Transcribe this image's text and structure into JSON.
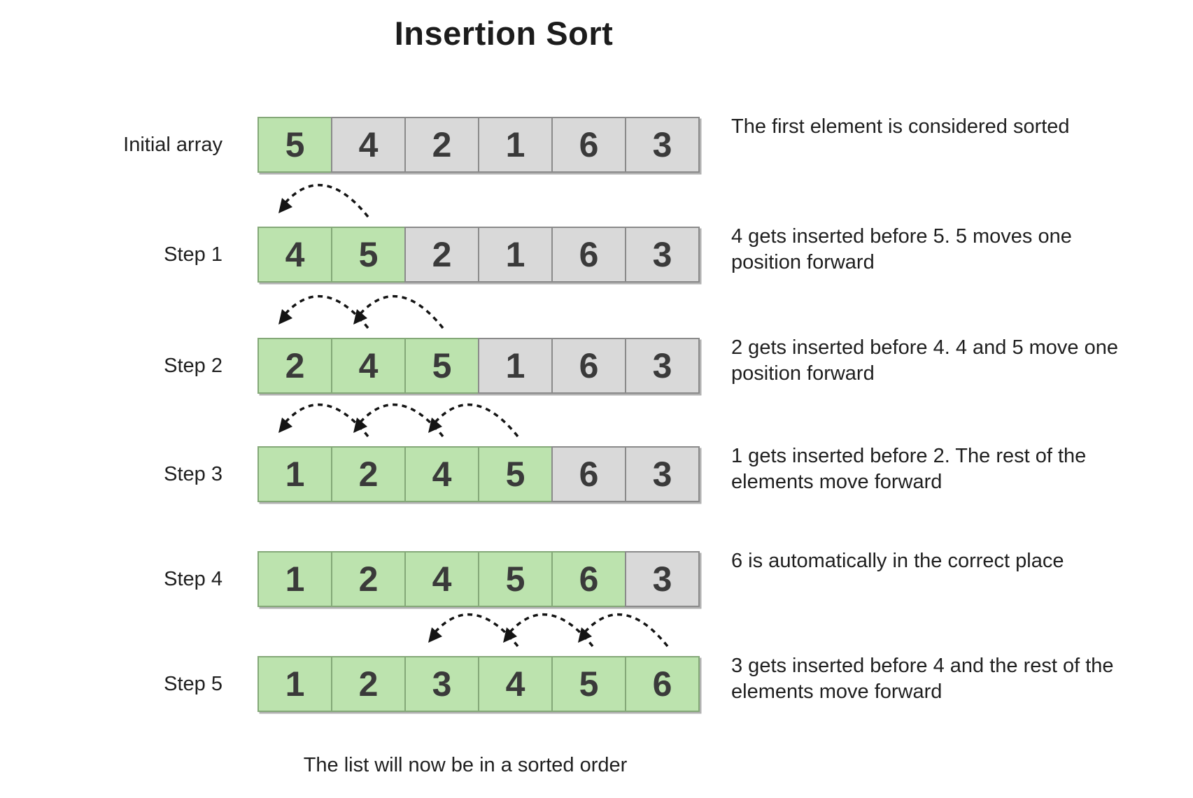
{
  "title": "Insertion Sort",
  "footer": "The list will now be in a sorted order",
  "colors": {
    "sorted_fill": "#bce3ae",
    "sorted_border": "#84a878",
    "unsorted_fill": "#d9d9d9",
    "unsorted_border": "#8a8a8a",
    "arrow": "#141414",
    "text": "#1f1f1f"
  },
  "rows": [
    {
      "label": "Initial array",
      "cells": [
        {
          "value": "5",
          "sorted": true
        },
        {
          "value": "4",
          "sorted": false
        },
        {
          "value": "2",
          "sorted": false
        },
        {
          "value": "1",
          "sorted": false
        },
        {
          "value": "6",
          "sorted": false
        },
        {
          "value": "3",
          "sorted": false
        }
      ],
      "move_arcs": [],
      "description": "The first element is considered sorted"
    },
    {
      "label": "Step 1",
      "cells": [
        {
          "value": "4",
          "sorted": true
        },
        {
          "value": "5",
          "sorted": true
        },
        {
          "value": "2",
          "sorted": false
        },
        {
          "value": "1",
          "sorted": false
        },
        {
          "value": "6",
          "sorted": false
        },
        {
          "value": "3",
          "sorted": false
        }
      ],
      "move_arcs": [
        0
      ],
      "description": "4 gets inserted before 5. 5 moves one position forward"
    },
    {
      "label": "Step 2",
      "cells": [
        {
          "value": "2",
          "sorted": true
        },
        {
          "value": "4",
          "sorted": true
        },
        {
          "value": "5",
          "sorted": true
        },
        {
          "value": "1",
          "sorted": false
        },
        {
          "value": "6",
          "sorted": false
        },
        {
          "value": "3",
          "sorted": false
        }
      ],
      "move_arcs": [
        0,
        1
      ],
      "description": "2 gets inserted before 4. 4 and 5 move one position forward"
    },
    {
      "label": "Step 3",
      "cells": [
        {
          "value": "1",
          "sorted": true
        },
        {
          "value": "2",
          "sorted": true
        },
        {
          "value": "4",
          "sorted": true
        },
        {
          "value": "5",
          "sorted": true
        },
        {
          "value": "6",
          "sorted": false
        },
        {
          "value": "3",
          "sorted": false
        }
      ],
      "move_arcs": [
        0,
        1,
        2
      ],
      "description": "1 gets inserted before 2. The rest of the elements move forward"
    },
    {
      "label": "Step 4",
      "cells": [
        {
          "value": "1",
          "sorted": true
        },
        {
          "value": "2",
          "sorted": true
        },
        {
          "value": "4",
          "sorted": true
        },
        {
          "value": "5",
          "sorted": true
        },
        {
          "value": "6",
          "sorted": true
        },
        {
          "value": "3",
          "sorted": false
        }
      ],
      "move_arcs": [],
      "description": "6 is automatically in the correct place"
    },
    {
      "label": "Step 5",
      "cells": [
        {
          "value": "1",
          "sorted": true
        },
        {
          "value": "2",
          "sorted": true
        },
        {
          "value": "3",
          "sorted": true
        },
        {
          "value": "4",
          "sorted": true
        },
        {
          "value": "5",
          "sorted": true
        },
        {
          "value": "6",
          "sorted": true
        }
      ],
      "move_arcs": [
        2,
        3,
        4
      ],
      "description": "3 gets inserted before 4 and the rest of the elements move forward"
    }
  ]
}
